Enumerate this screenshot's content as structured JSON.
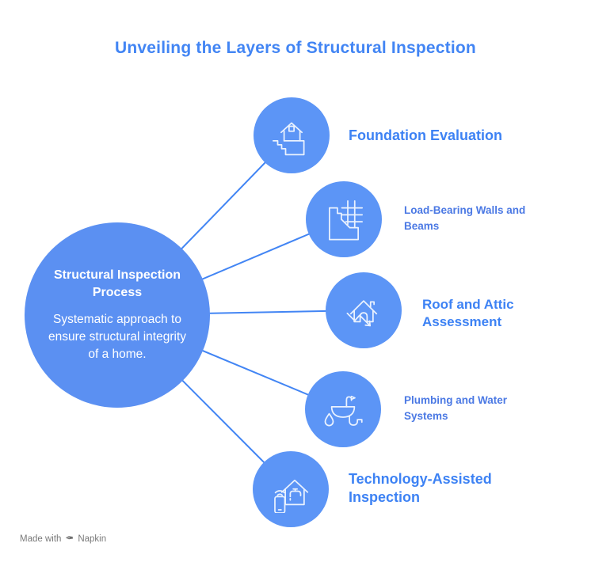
{
  "title": "Unveiling the Layers of Structural Inspection",
  "center_node": {
    "heading": "Structural Inspection Process",
    "description": "Systematic approach to ensure structural integrity of a home."
  },
  "nodes": [
    {
      "label": "Foundation Evaluation",
      "icon": "house-foundation-icon"
    },
    {
      "label": "Load-Bearing Walls and Beams",
      "icon": "wall-beam-grid-icon"
    },
    {
      "label": "Roof and Attic Assessment",
      "icon": "roof-inspection-arrow-icon"
    },
    {
      "label": "Plumbing and Water Systems",
      "icon": "sink-water-drop-icon"
    },
    {
      "label": "Technology-Assisted Inspection",
      "icon": "smart-home-phone-icon"
    }
  ],
  "footer": {
    "made_with_label": "Made with",
    "brand_name": "Napkin",
    "pen_glyph": "✒"
  },
  "colors": {
    "title_text": "#4285F4",
    "center_circle_fill": "#5B90F2",
    "node_circle_fill": "#5C95F6",
    "connector_line": "#4285F4",
    "label_primary": "#3D82F4",
    "label_secondary": "#4B79E4",
    "center_text": "#FFFFFF",
    "icon_stroke": "#EAF2FE",
    "footer_text": "#7A7A7A"
  }
}
